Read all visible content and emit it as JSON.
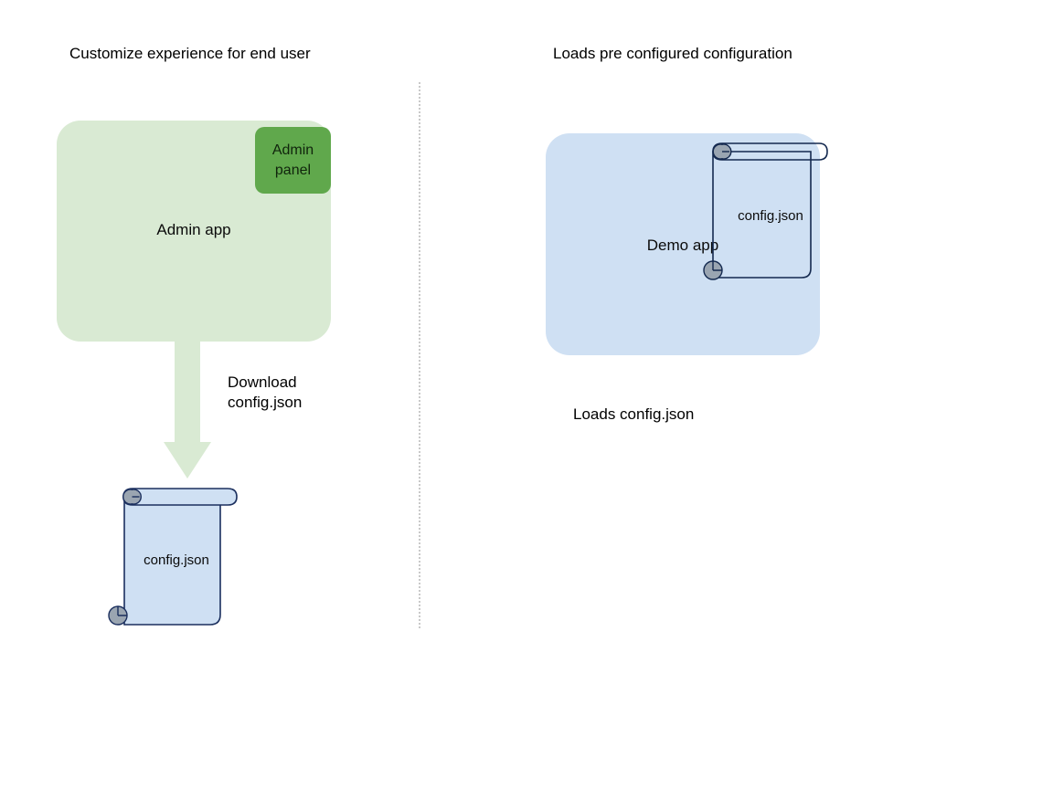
{
  "diagram": {
    "type": "flow-diagram",
    "background_color": "#ffffff",
    "left_section": {
      "title": "Customize experience for end user",
      "app": {
        "label": "Admin app",
        "fill_color": "#d9ead3"
      },
      "panel_chip": {
        "label": "Admin\npanel",
        "line1": "Admin",
        "line2": "panel",
        "fill_color": "#60a84c"
      },
      "arrow": {
        "label": "Download\nconfig.json",
        "line1": "Download",
        "line2": "config.json",
        "fill_color": "#d9ead3",
        "direction": "down"
      },
      "document": {
        "label": "config.json",
        "fill_color": "#cfe0f3",
        "stroke_color": "#1b2f5e",
        "roll_color": "#9aa5b1"
      }
    },
    "right_section": {
      "title": "Loads pre configured configuration",
      "app": {
        "label": "Demo app",
        "fill_color": "#cfe0f3"
      },
      "document": {
        "label": "config.json",
        "fill_color": "none",
        "stroke_color": "#14294f",
        "roll_color": "#9aa5b1"
      },
      "caption": "Loads config.json"
    },
    "divider": {
      "style": "dotted",
      "color": "#c9c9c9"
    }
  }
}
